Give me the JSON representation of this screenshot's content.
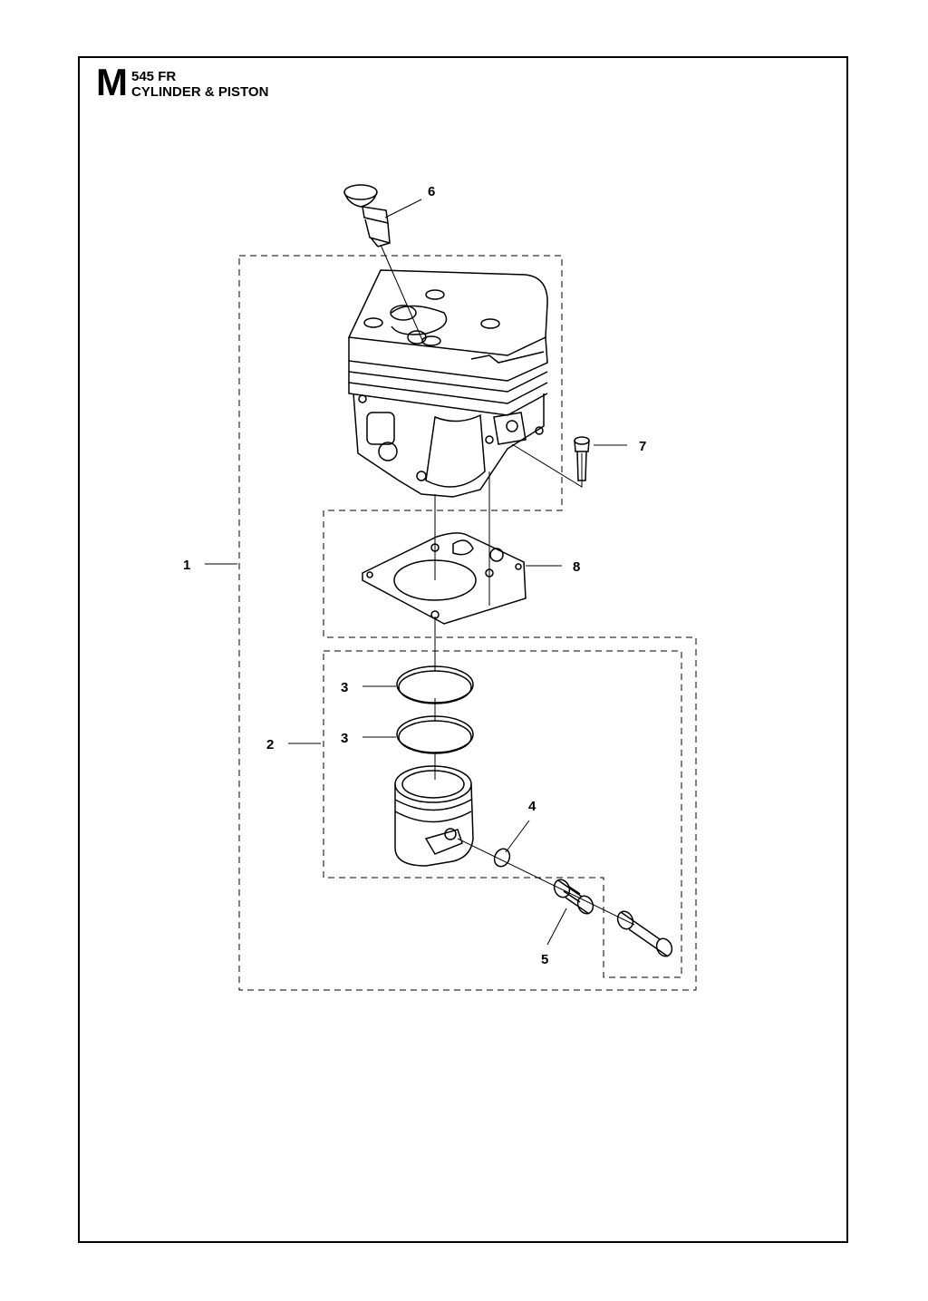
{
  "header": {
    "section_letter": "M",
    "model": "545 FR",
    "title": "CYLINDER & PISTON"
  },
  "callouts": [
    {
      "id": "callout-1",
      "label": "1"
    },
    {
      "id": "callout-2",
      "label": "2"
    },
    {
      "id": "callout-3a",
      "label": "3"
    },
    {
      "id": "callout-3b",
      "label": "3"
    },
    {
      "id": "callout-4",
      "label": "4"
    },
    {
      "id": "callout-5",
      "label": "5"
    },
    {
      "id": "callout-6",
      "label": "6"
    },
    {
      "id": "callout-7",
      "label": "7"
    },
    {
      "id": "callout-8",
      "label": "8"
    }
  ]
}
